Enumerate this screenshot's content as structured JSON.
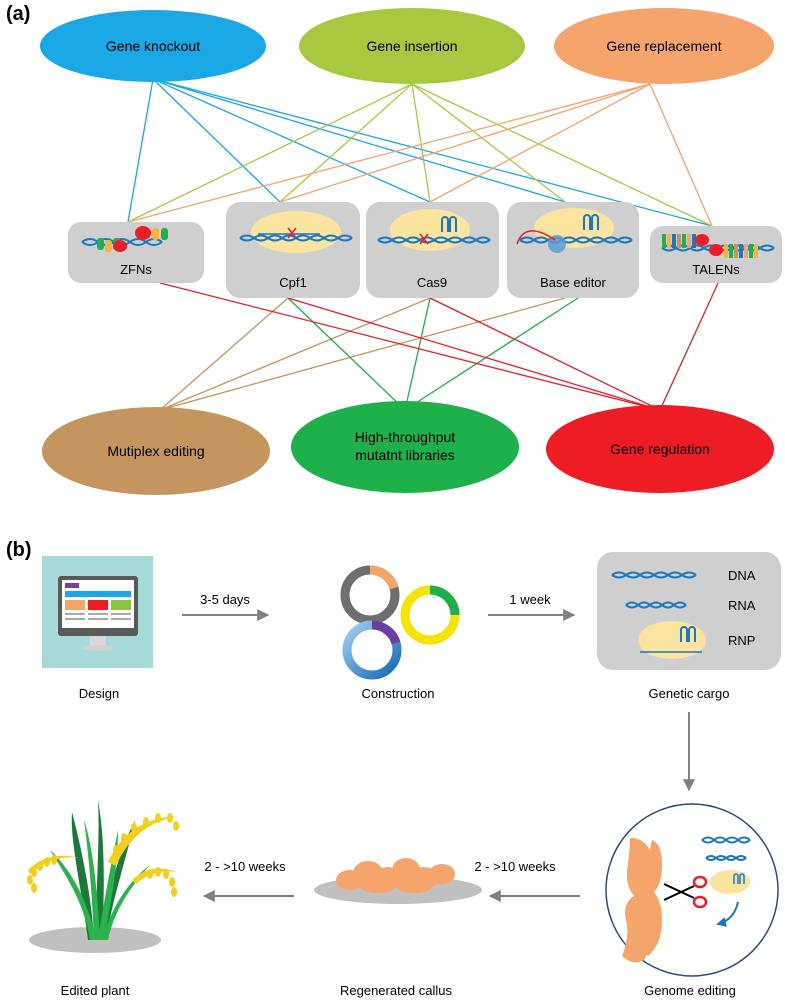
{
  "panel_a": {
    "label": "(a)",
    "applications": [
      {
        "label": "Gene knockout",
        "color": "#1aa7e6"
      },
      {
        "label": "Gene insertion",
        "color": "#a8c93f"
      },
      {
        "label": "Gene replacement",
        "color": "#f5a46c"
      }
    ],
    "tools": [
      "ZFNs",
      "Cpf1",
      "Cas9",
      "Base editor",
      "TALENs"
    ],
    "outcomes": [
      {
        "line1": "Mutiplex editing",
        "line2": "",
        "color": "#c4955e"
      },
      {
        "line1": "High-throughput",
        "line2": "mutatnt libraries",
        "color": "#1db04b"
      },
      {
        "line1": "Gene regulation",
        "line2": "",
        "color": "#ee1c25"
      }
    ]
  },
  "panel_b": {
    "label": "(b)",
    "steps": {
      "design": "Design",
      "construction": "Construction",
      "cargo": "Genetic cargo",
      "editing": "Genome editing",
      "callus": "Regenerated callus",
      "plant": "Edited plant"
    },
    "cargo_items": [
      "DNA",
      "RNA",
      "RNP"
    ],
    "durations": {
      "design_to_construction": "3-5 days",
      "construction_to_cargo": "1 week",
      "editing_to_callus": "2 - >10 weeks",
      "callus_to_plant": "2 - >10 weeks"
    }
  }
}
